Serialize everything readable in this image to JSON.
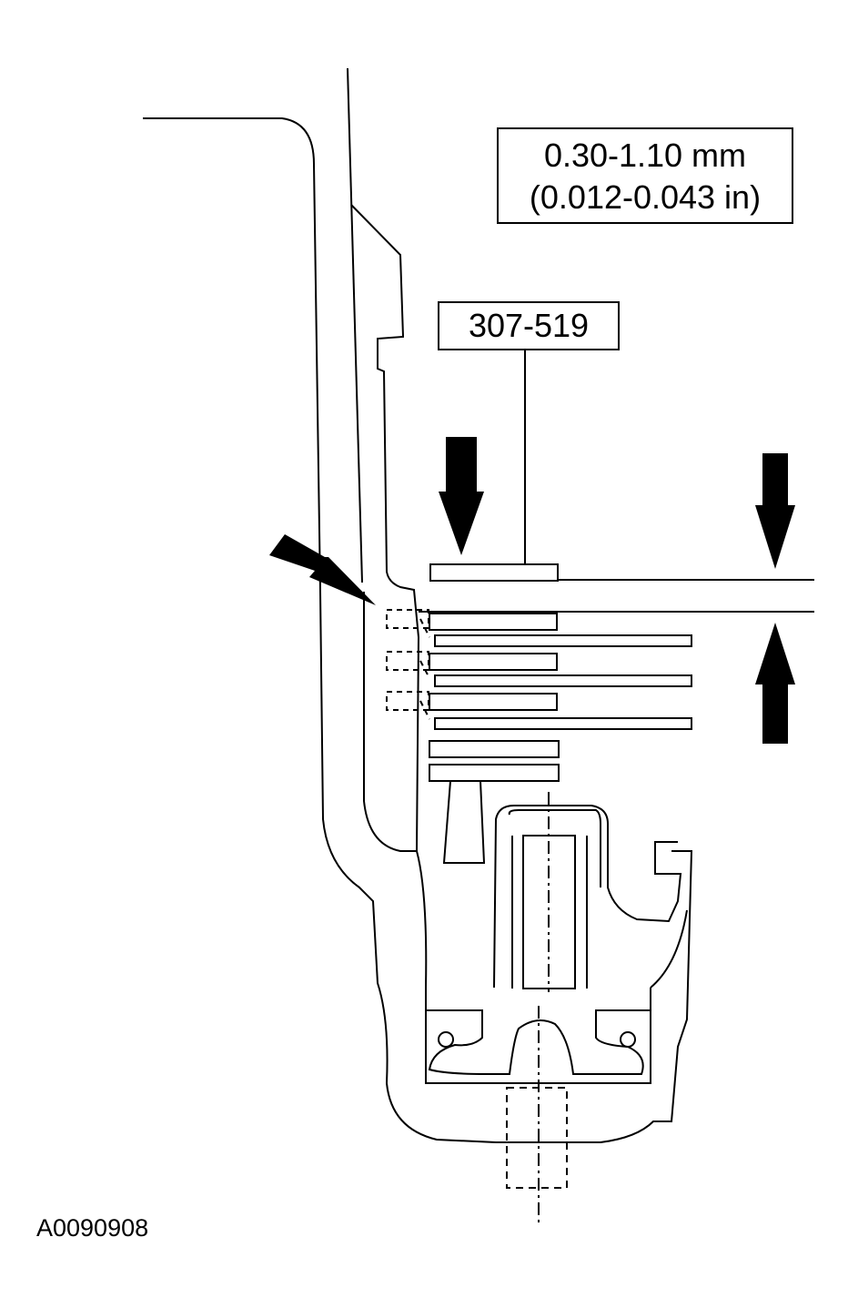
{
  "spec": {
    "metric": "0.30-1.10 mm",
    "imperial": "(0.012-0.043 in)"
  },
  "tool": {
    "number": "307-519"
  },
  "figure": {
    "id": "A0090908"
  },
  "colors": {
    "line": "#000000",
    "background": "#ffffff"
  }
}
